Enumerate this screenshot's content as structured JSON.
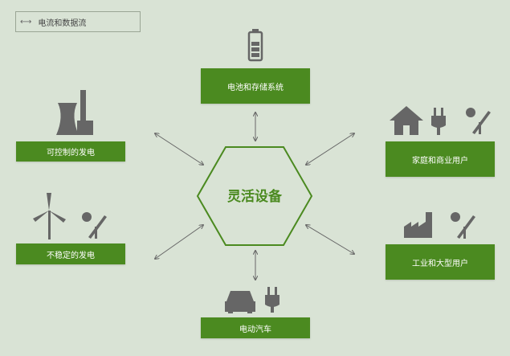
{
  "legend": {
    "label": "电流和数据流"
  },
  "center": {
    "label": "灵活设备"
  },
  "nodes": {
    "storage": "电池和存储系统",
    "controllable": "可控制的发电",
    "unstable": "不稳定的发电",
    "residential": "家庭和商业用户",
    "industrial": "工业和大型用户",
    "ev": "电动汽车"
  },
  "colors": {
    "accent": "#4b8a20",
    "icon": "#666666",
    "background": "#d9e3d5"
  }
}
